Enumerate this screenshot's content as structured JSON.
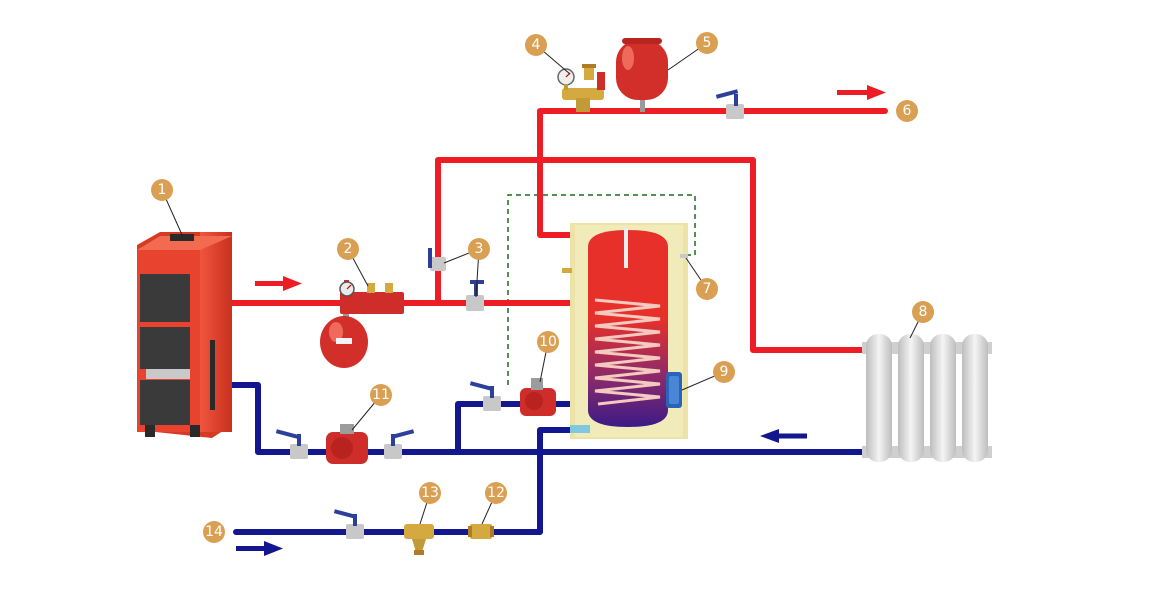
{
  "colors": {
    "hot_pipe": "#ee1c25",
    "cold_pipe": "#12168f",
    "badge": "#d9a054",
    "badge_text": "#ffffff",
    "boiler_body": "#e8432f",
    "boiler_door": "#3a3a3a",
    "tank_shell": "#ece4a6",
    "tank_hot": "#e8302a",
    "tank_cold": "#3b1b87",
    "pump": "#cf2d2a",
    "valve_handle": "#2c3f9a",
    "brass": "#d4a93f",
    "radiator": "#e5e5e5",
    "dashed_line": "#1b6b1b"
  },
  "labels": [
    "1",
    "2",
    "3",
    "4",
    "5",
    "6",
    "7",
    "8",
    "9",
    "10",
    "11",
    "12",
    "13",
    "14"
  ],
  "components": [
    {
      "label": "1",
      "icon": "solid-fuel-boiler-icon"
    },
    {
      "label": "2",
      "icon": "safety-group-expansion-tank-icon"
    },
    {
      "label": "3",
      "icon": "shutoff-valve-icon"
    },
    {
      "label": "4",
      "icon": "safety-group-icon"
    },
    {
      "label": "5",
      "icon": "expansion-tank-icon"
    },
    {
      "label": "6",
      "icon": "hot-water-outlet-icon"
    },
    {
      "label": "7",
      "icon": "indirect-water-heater-icon"
    },
    {
      "label": "8",
      "icon": "radiator-icon"
    },
    {
      "label": "9",
      "icon": "heating-element-icon"
    },
    {
      "label": "10",
      "icon": "recirculation-pump-icon"
    },
    {
      "label": "11",
      "icon": "circulation-pump-icon"
    },
    {
      "label": "12",
      "icon": "check-valve-icon"
    },
    {
      "label": "13",
      "icon": "strainer-filter-icon"
    },
    {
      "label": "14",
      "icon": "cold-water-inlet-icon"
    }
  ]
}
